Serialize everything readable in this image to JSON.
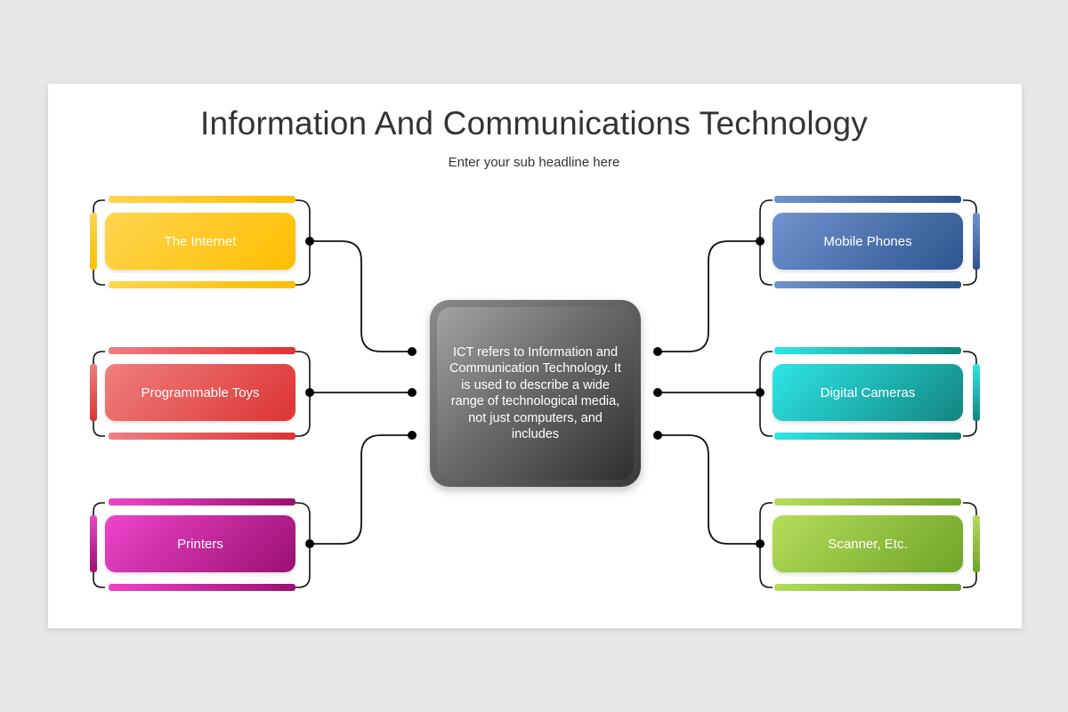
{
  "title": "Information And Communications Technology",
  "subtitle": "Enter your sub headline here",
  "center": {
    "text": "ICT refers to Information and Communication Technology. It is used to describe a wide range of technological media, not just computers, and includes"
  },
  "nodes": [
    {
      "label": "The Internet",
      "colors": [
        "#ffd54f",
        "#ffbe00"
      ]
    },
    {
      "label": "Programmable Toys",
      "colors": [
        "#ef7f7f",
        "#dd3333"
      ]
    },
    {
      "label": "Printers",
      "colors": [
        "#ee44cc",
        "#9a1070"
      ]
    },
    {
      "label": "Mobile Phones",
      "colors": [
        "#6f93cf",
        "#2e5590"
      ]
    },
    {
      "label": "Digital Cameras",
      "colors": [
        "#2ee6e6",
        "#118580"
      ]
    },
    {
      "label": "Scanner, Etc.",
      "colors": [
        "#b5dd5a",
        "#6fa428"
      ]
    }
  ]
}
